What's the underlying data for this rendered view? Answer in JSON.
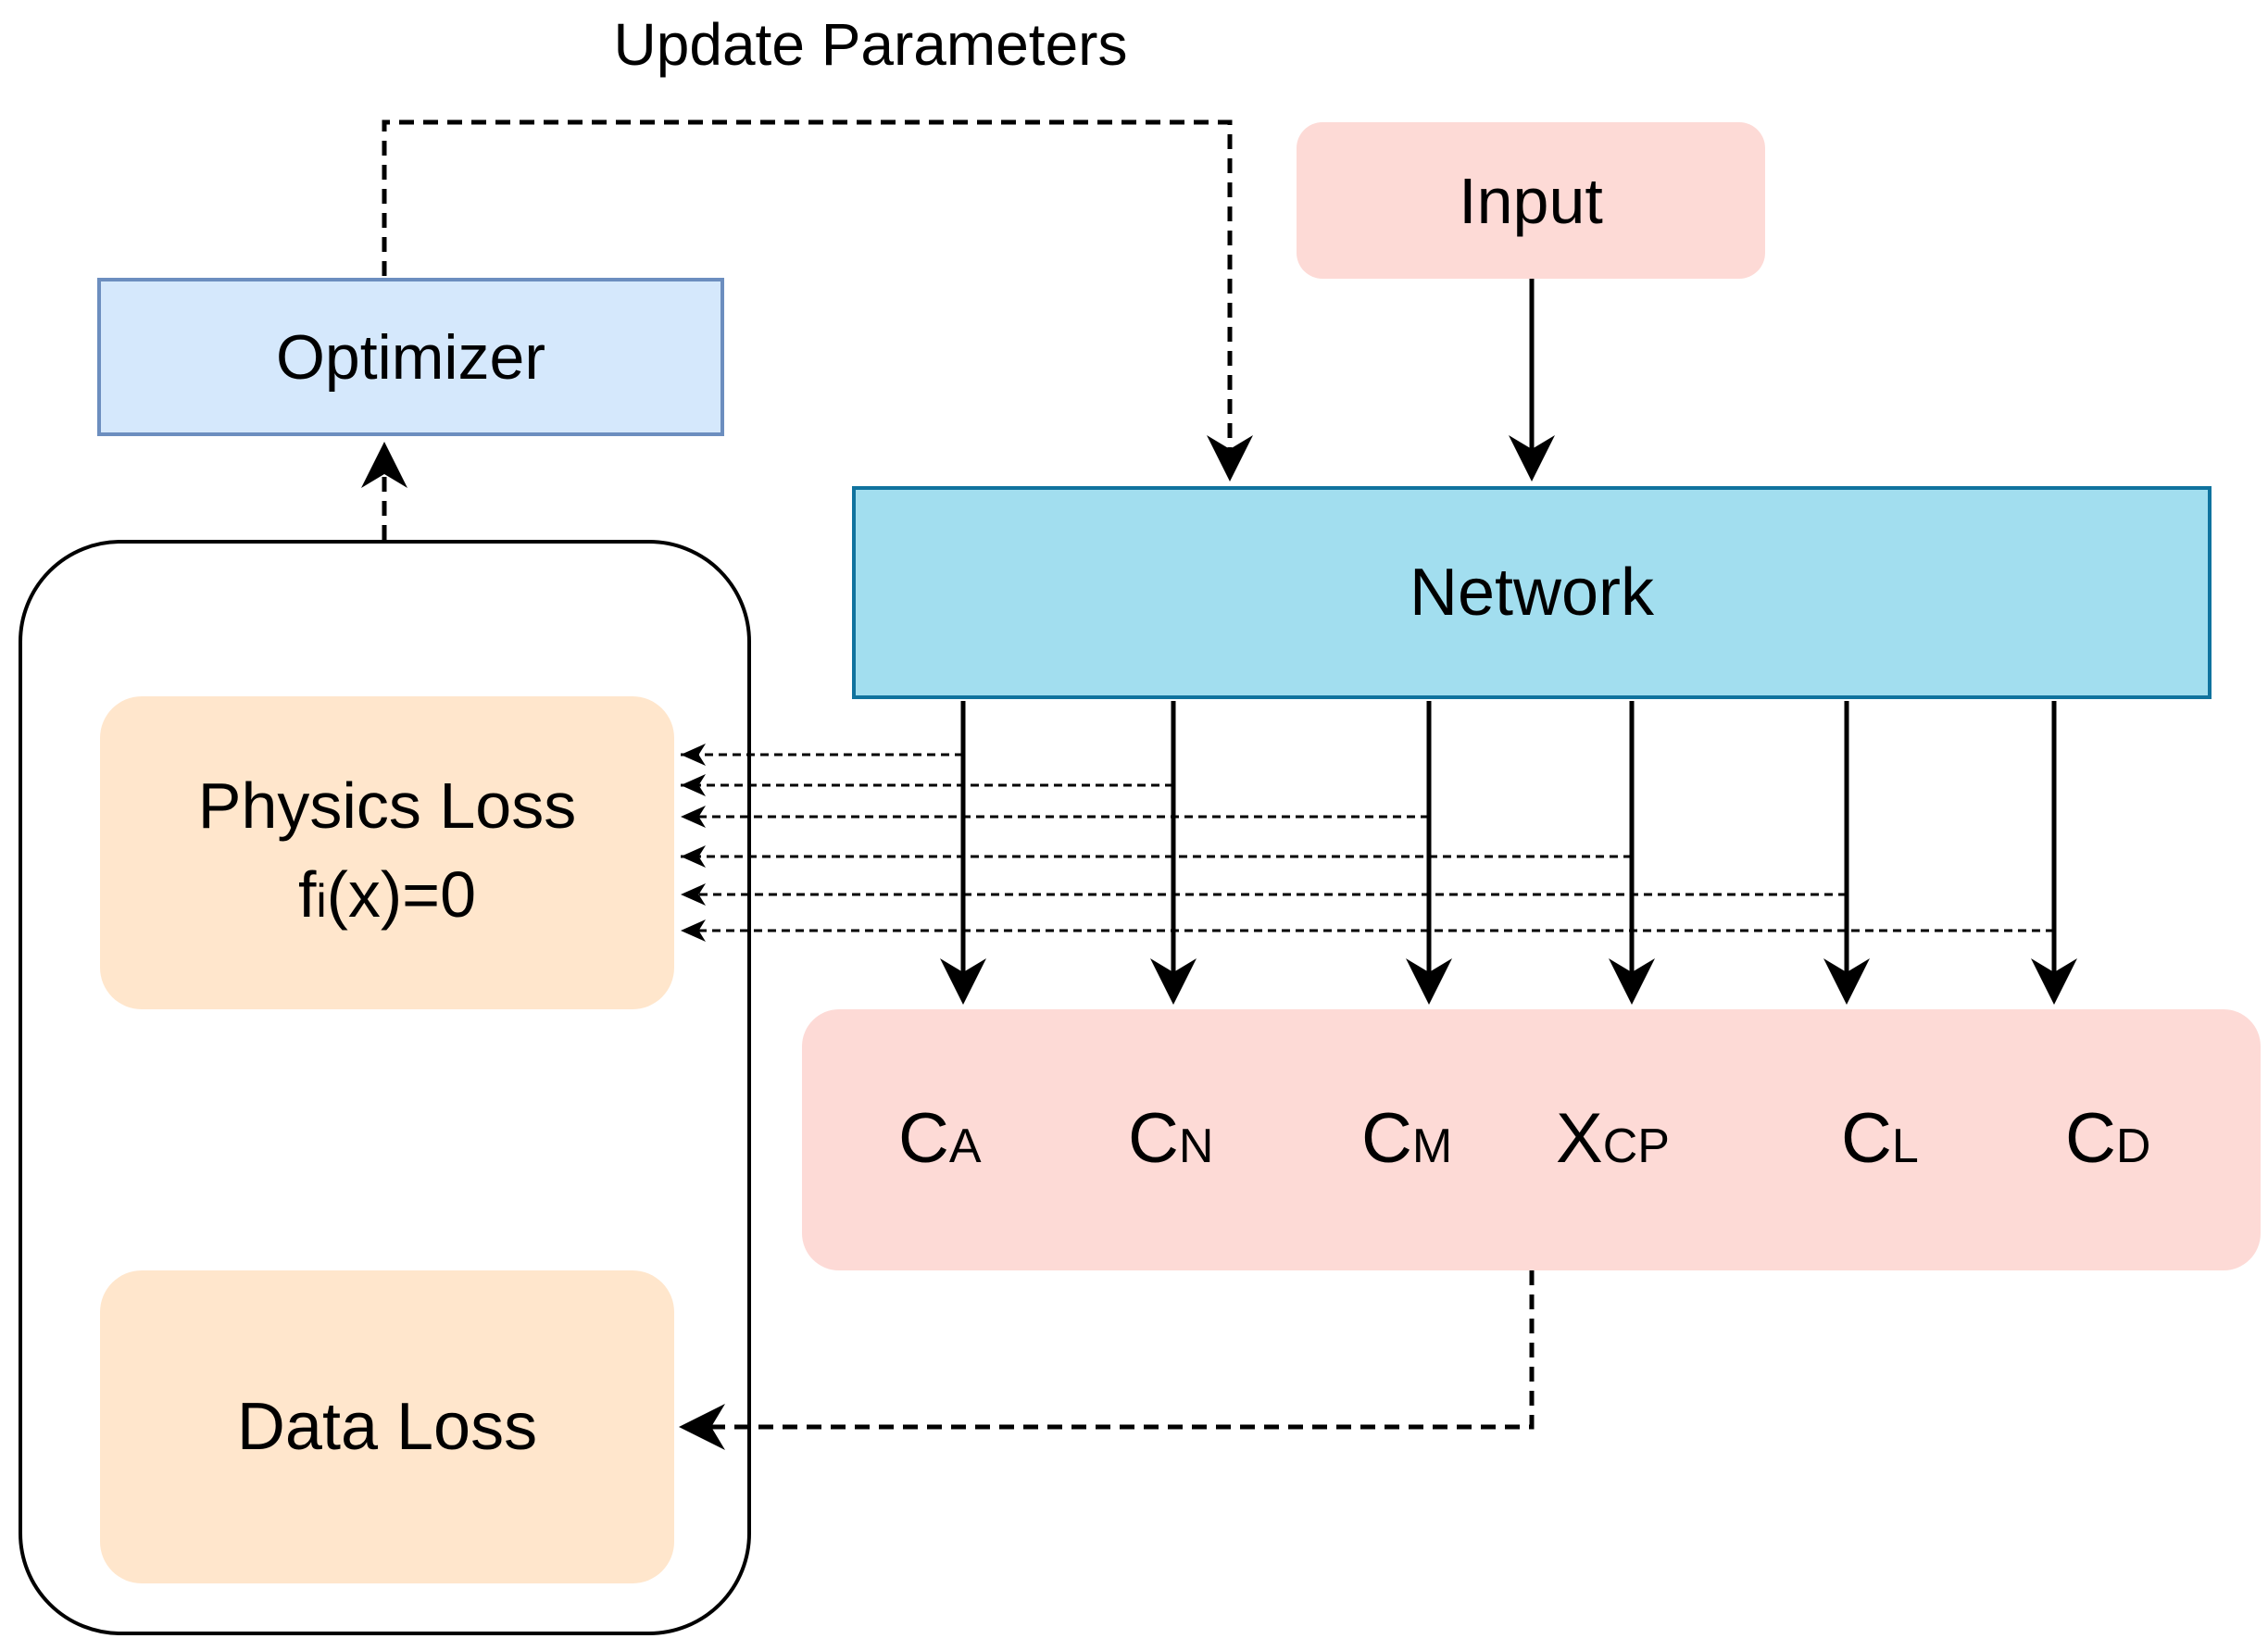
{
  "update_label": "Update Parameters",
  "optimizer_label": "Optimizer",
  "input_label": "Input",
  "network_label": "Network",
  "physics_loss": {
    "title": "Physics Loss",
    "eq_f": "f",
    "eq_sub": "i",
    "eq_rest": "(x)=0"
  },
  "data_loss_label": "Data Loss",
  "outputs": [
    {
      "main": "C",
      "sub": "A"
    },
    {
      "main": "C",
      "sub": "N"
    },
    {
      "main": "C",
      "sub": "M"
    },
    {
      "main": "X",
      "sub": "CP"
    },
    {
      "main": "C",
      "sub": "L"
    },
    {
      "main": "C",
      "sub": "D"
    }
  ],
  "colors": {
    "optimizer_fill": "#d5e8fc",
    "optimizer_border": "#6c8ebf",
    "network_fill": "#a2deef",
    "network_border": "#10739e",
    "input_fill": "#fddad6",
    "outputs_fill": "#fddad6",
    "loss_fill": "#ffe6cc"
  }
}
